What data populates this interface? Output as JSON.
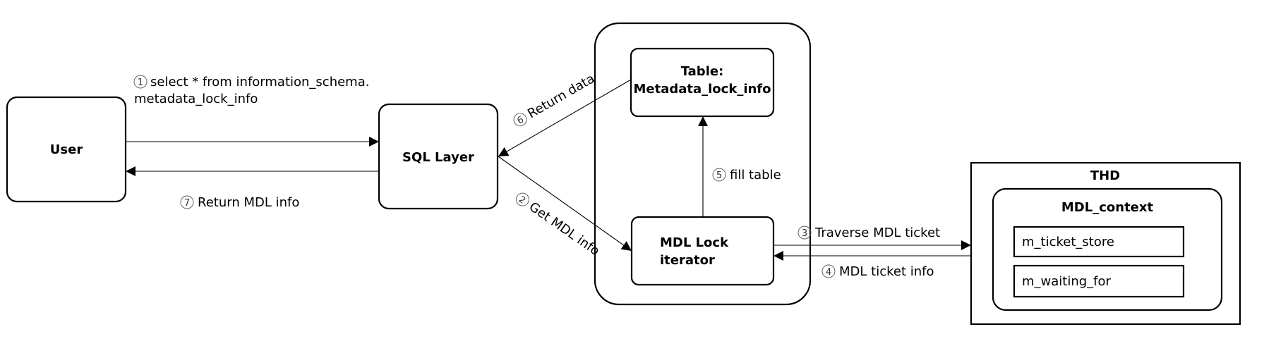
{
  "diagram": {
    "nodes": {
      "user": {
        "label": "User"
      },
      "sql_layer": {
        "label": "SQL Layer"
      },
      "table": {
        "line1": "Table:",
        "line2": "Metadata_lock_info"
      },
      "iterator": {
        "line1": "MDL Lock",
        "line2": "iterator"
      },
      "thd": {
        "label": "THD"
      },
      "mdl_context": {
        "label": "MDL_context"
      },
      "ticket_store": {
        "label": "m_ticket_store"
      },
      "waiting_for": {
        "label": "m_waiting_for"
      }
    },
    "steps": [
      {
        "num": "1",
        "line1": "select * from information_schema.",
        "line2": "metadata_lock_info"
      },
      {
        "num": "2",
        "text": "Get MDL info"
      },
      {
        "num": "3",
        "text": "Traverse MDL ticket"
      },
      {
        "num": "4",
        "text": "MDL ticket info"
      },
      {
        "num": "5",
        "text": "fill table"
      },
      {
        "num": "6",
        "text": "Return data"
      },
      {
        "num": "7",
        "text": "Return MDL info"
      }
    ],
    "colors": {
      "stroke": "#000000",
      "background": "#ffffff"
    }
  }
}
